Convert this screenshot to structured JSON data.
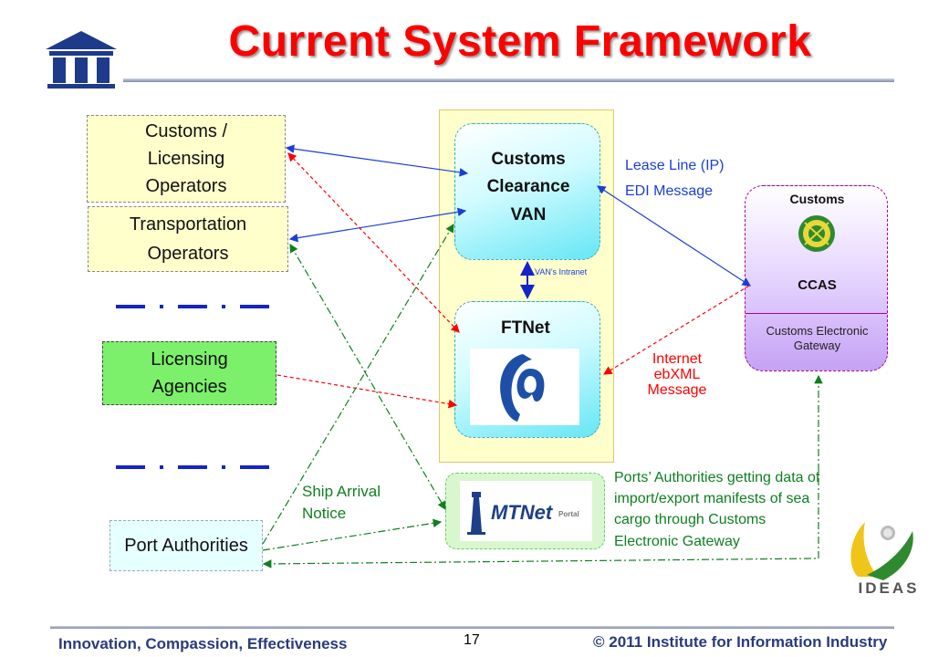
{
  "title": "Current System Framework",
  "entities": {
    "customs_licensing": "Customs / Licensing Operators",
    "customs_licensing_lines": [
      "Customs /",
      "Licensing",
      "Operators"
    ],
    "transportation_lines": [
      "Transportation",
      "Operators"
    ],
    "licensing_agencies_lines": [
      "Licensing",
      "Agencies"
    ],
    "port_authorities": "Port Authorities"
  },
  "van": {
    "lines": [
      "Customs",
      "Clearance",
      "VAN"
    ],
    "intranet_label": "VAN's Intranet",
    "ftnet_label": "FTNet"
  },
  "ccas": {
    "customs_label": "Customs",
    "ccas_label": "CCAS",
    "gateway_lines": [
      "Customs Electronic",
      "Gateway"
    ]
  },
  "mtnet": {
    "logo_text": "MTNet",
    "portal_text": "Portal"
  },
  "annotations": {
    "lease_line": "Lease Line (IP)",
    "edi_message": "EDI Message",
    "internet_lines": [
      "Internet",
      "ebXML",
      "Message"
    ],
    "ship_arrival_lines": [
      "Ship Arrival",
      "Notice"
    ],
    "ports_note_lines": [
      "Ports’ Authorities getting data of",
      "import/export manifests of sea",
      "cargo through Customs",
      "Electronic Gateway"
    ]
  },
  "logos": {
    "ideas_text": "IDEAS"
  },
  "footer": {
    "left": "Innovation, Compassion, Effectiveness",
    "page_number": "17",
    "right": "© 2011 Institute for Information Industry"
  },
  "colors": {
    "title": "#ff0000",
    "edi_blue": "#1a3fd6",
    "ebxml_red": "#ff0000",
    "notice_green": "#0f7f1f",
    "licensing_green": "#7cf06a",
    "operator_yellow": "#ffffcc"
  }
}
